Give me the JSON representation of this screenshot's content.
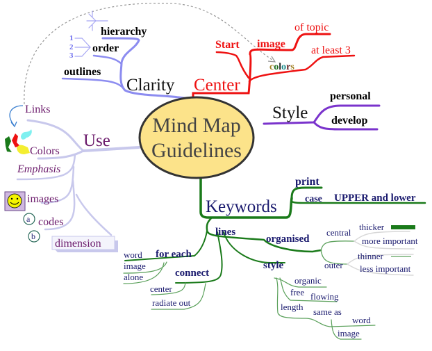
{
  "center": {
    "line1": "Mind Map",
    "line2": "Guidelines",
    "fill": "#fce38a",
    "stroke": "#333333"
  },
  "branches": {
    "clarity": {
      "label": "Clarity",
      "color": "#8c8cf0",
      "children": [
        "hierarchy",
        "order",
        "outlines"
      ],
      "order_numbers": [
        "1",
        "2",
        "3"
      ]
    },
    "center": {
      "label": "Center",
      "color": "#ee1111",
      "children": [
        "Start",
        "image",
        "of topic",
        "at least 3"
      ],
      "colors_word": [
        "c",
        "o",
        "l",
        "o",
        "r",
        "s"
      ],
      "colors_word_colors": [
        "#a08020",
        "#1a6a1a",
        "#222222",
        "#1a8a8a",
        "#5a1a1a",
        "#a08020"
      ]
    },
    "style": {
      "label": "Style",
      "color": "#7a33cc",
      "children": [
        "personal",
        "develop"
      ]
    },
    "use": {
      "label": "Use",
      "color": "#c8c8ec",
      "text_color": "#6b1a6b",
      "children": [
        "Links",
        "Colors",
        "Emphasis",
        "images",
        "codes",
        "dimension"
      ],
      "code_badges": [
        "a",
        "b"
      ]
    },
    "keywords": {
      "label": "Keywords",
      "color": "#1a7a1a",
      "print": "print",
      "case": "case",
      "case_value": "UPPER and lower",
      "lines": {
        "label": "lines",
        "organised": {
          "label": "organised",
          "central": "central",
          "thicker": "thicker",
          "more_important": "more important",
          "outer": "outer",
          "thinner": "thinner",
          "less_important": "less important"
        },
        "for_each": {
          "label": "for each",
          "items": [
            "word",
            "image",
            "alone"
          ]
        },
        "connect": {
          "label": "connect",
          "items": [
            "center",
            "radiate out"
          ]
        },
        "style": {
          "label": "style",
          "organic": "organic",
          "free": "free",
          "flowing": "flowing",
          "length": "length",
          "same_as": "same as",
          "word": "word",
          "image": "image"
        }
      }
    }
  }
}
